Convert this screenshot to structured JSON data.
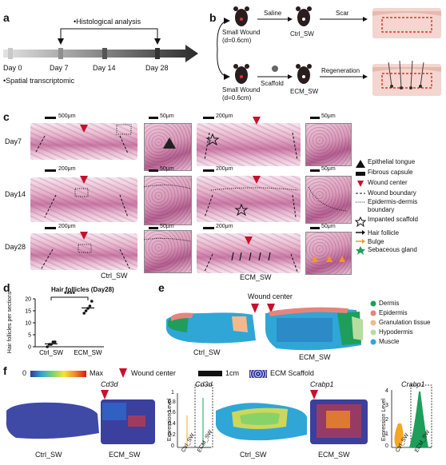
{
  "panels": {
    "a": "a",
    "b": "b",
    "c": "c",
    "d": "d",
    "e": "e",
    "f": "f"
  },
  "timeline": {
    "days": [
      "Day 0",
      "Day 7",
      "Day 14",
      "Day 28"
    ],
    "histo_label": "•Histological analysis",
    "spatial_label": "•Spatial transcriptomic"
  },
  "scheme": {
    "top_wound": "Small Wound",
    "top_d": "(d=0.6cm)",
    "bottom_wound": "Small Wound",
    "bottom_d": "(d=0.6cm)",
    "saline": "Saline",
    "scaffold": "Scaffold",
    "ctrl": "Ctrl_SW",
    "ecm": "ECM_SW",
    "scar": "Scar",
    "regeneration": "Regeneration"
  },
  "histology": {
    "rows": [
      "Day7",
      "Day14",
      "Day28"
    ],
    "scale_500": "500μm",
    "scale_200": "200μm",
    "scale_50": "50μm",
    "ctrl_label": "Ctrl_SW",
    "ecm_label": "ECM_SW",
    "legend": [
      {
        "icon": "triangle",
        "label": "Epithelial tongue"
      },
      {
        "icon": "rect",
        "label": "Fibrous capsule"
      },
      {
        "icon": "arrow-red",
        "label": "Wound center"
      },
      {
        "icon": "dash",
        "label": "Wound boundary"
      },
      {
        "icon": "dot",
        "label": "Epidermis-dermis"
      },
      {
        "icon": "none",
        "label": "boundary"
      },
      {
        "icon": "star",
        "label": "Impanted scaffold"
      },
      {
        "icon": "arrow-black",
        "label": "Hair follicle"
      },
      {
        "icon": "arrow-orange",
        "label": "Bulge"
      },
      {
        "icon": "star-green",
        "label": "Sebaceous gland"
      }
    ]
  },
  "chart_data": {
    "type": "scatter",
    "title": "Hair follicles (Day28)",
    "ylabel": "Hair follicles per sections",
    "categories": [
      "Ctrl_SW",
      "ECM_SW"
    ],
    "series": [
      {
        "values_Ctrl_SW": [
          0,
          1,
          1,
          2,
          2
        ],
        "values_ECM_SW": [
          14,
          15,
          16,
          17,
          19
        ]
      }
    ],
    "ylim": [
      0,
      20
    ],
    "yticks": [
      0,
      5,
      10,
      15,
      20
    ],
    "significance": "****"
  },
  "panel_e": {
    "wound_center": "Wound center",
    "ctrl": "Ctrl_SW",
    "ecm": "ECM_SW",
    "legend": [
      {
        "label": "Dermis",
        "color": "#1e9e5a"
      },
      {
        "label": "Epidermis",
        "color": "#e8837b"
      },
      {
        "label": "Granulation tissue",
        "color": "#f3b98a"
      },
      {
        "label": "Hypodermis",
        "color": "#b8dca0"
      },
      {
        "label": "Muscle",
        "color": "#2fa6d6"
      }
    ]
  },
  "panel_f": {
    "scale_min": "0",
    "scale_max": "Max",
    "wound_center": "Wound center",
    "scale_1cm": "1cm",
    "scaffold": "ECM Scaffold",
    "gene1": "Cd3d",
    "gene2": "Crabp1",
    "ctrl": "Ctrl_SW",
    "ecm": "ECM_SW",
    "ylabel": "Expression Level",
    "cd3d_ticks": [
      "0",
      "0.2",
      "0.4",
      "0.6",
      "0.8",
      "1"
    ],
    "crabp1_ticks": [
      "0",
      "1",
      "2",
      "3",
      "4"
    ],
    "xcats": [
      "Ctrl_SW",
      "ECM_SW"
    ]
  }
}
